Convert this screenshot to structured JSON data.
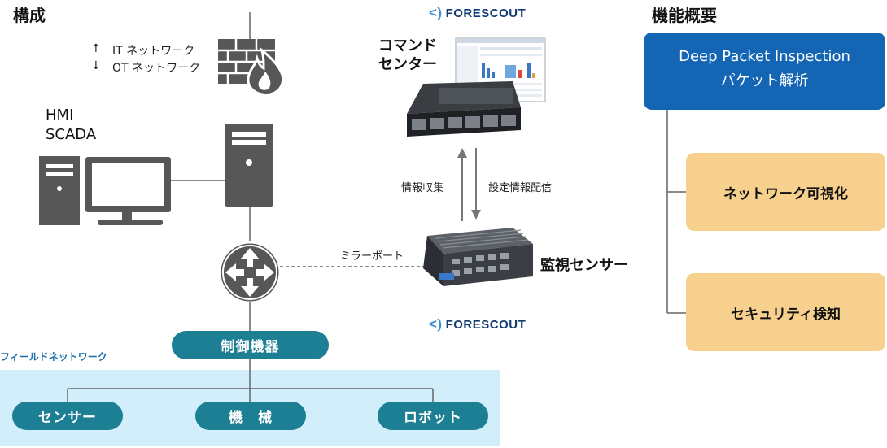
{
  "headings": {
    "left": "構成",
    "right": "機能概要"
  },
  "network_legend": {
    "it": "IT ネットワーク",
    "ot": "OT ネットワーク",
    "up_arrow": "↑",
    "down_arrow": "↓"
  },
  "hmi_label": [
    "HMI",
    "SCADA"
  ],
  "command_center_label": [
    "コマンド",
    "センター"
  ],
  "brand": "FORESCOUT",
  "brand_mark": "<)",
  "flows": {
    "collect": "情報収集",
    "distribute": "設定情報配信",
    "mirror_port": "ミラーポート"
  },
  "sensor_label": "監視センサー",
  "control_device": "制御機器",
  "field_network": {
    "title": "フィールドネットワーク",
    "devices": [
      "センサー",
      "機　械",
      "ロボット"
    ]
  },
  "features": {
    "main": [
      "Deep Packet Inspection",
      "パケット解析"
    ],
    "items": [
      "ネットワーク可視化",
      "セキュリティ検知"
    ]
  },
  "colors": {
    "pill": "#1d7f93",
    "feature_main": "#1565b5",
    "feature_item": "#f8d08d",
    "field_bg": "#d3eefb",
    "icon_gray": "#575757"
  }
}
